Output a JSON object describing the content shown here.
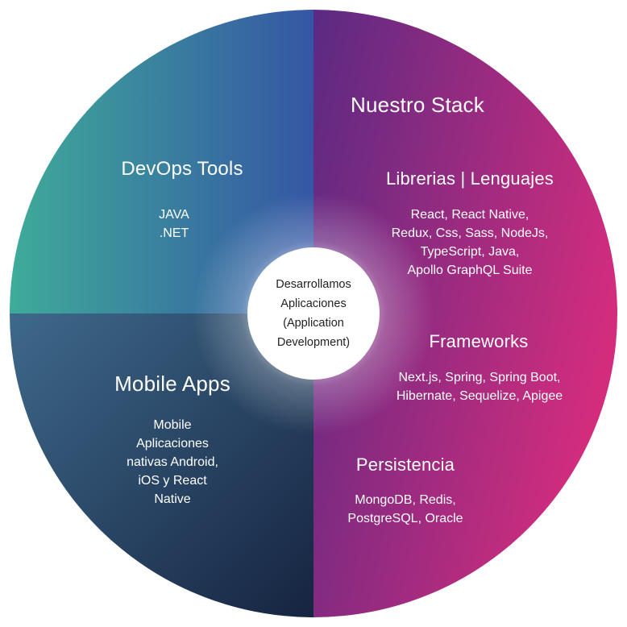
{
  "center": {
    "lines": [
      "Desarrollamos",
      "Aplicaciones",
      "(Application",
      "Development)"
    ]
  },
  "devops": {
    "title": "DevOps Tools",
    "items": [
      "JAVA",
      ".NET"
    ]
  },
  "mobile": {
    "title": "Mobile Apps",
    "items": [
      "Mobile",
      "Aplicaciones",
      "nativas Android,",
      "iOS y React",
      "Native"
    ]
  },
  "stack": {
    "title": "Nuestro Stack",
    "libraries": {
      "title": "Librerias | Lenguajes",
      "lines": [
        "React, React Native,",
        "Redux, Css, Sass, NodeJs,",
        "TypeScript, Java,",
        "Apollo GraphQL Suite"
      ]
    },
    "frameworks": {
      "title": "Frameworks",
      "lines": [
        "Next.js, Spring, Spring Boot,",
        "Hibernate, Sequelize, Apigee"
      ]
    },
    "persistence": {
      "title": "Persistencia",
      "lines": [
        "MongoDB, Redis,",
        "PostgreSQL, Oracle"
      ]
    }
  },
  "colors": {
    "devops_start": "#3fae99",
    "devops_end": "#3556a4",
    "mobile_start": "#3f6a8c",
    "mobile_end": "#15233f",
    "stack_start": "#5a2a83",
    "stack_end": "#d42c7d",
    "center_fill": "#ffffff"
  }
}
